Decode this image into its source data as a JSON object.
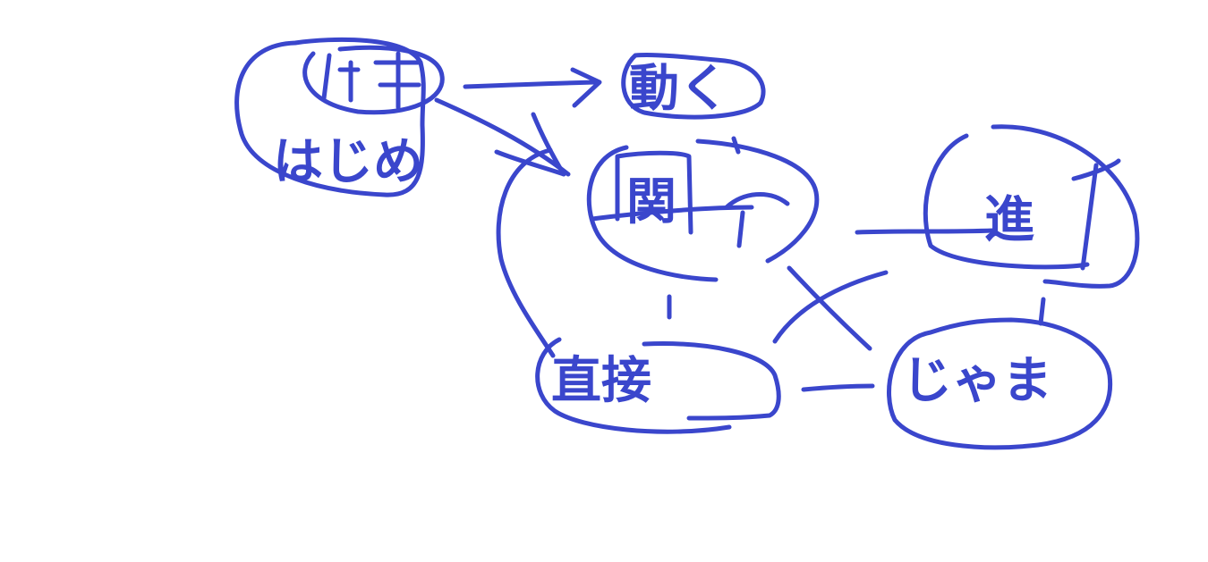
{
  "colors": {
    "ink": "#3a46cc",
    "background": "#ffffff"
  },
  "nodes": {
    "hajime": {
      "text": "はじめ"
    },
    "ugoku": {
      "text": "動く"
    },
    "kan": {
      "text": "関"
    },
    "shin": {
      "text": "進"
    },
    "chokusetsu": {
      "text": "直接"
    },
    "jama": {
      "text": "じゃま"
    }
  }
}
